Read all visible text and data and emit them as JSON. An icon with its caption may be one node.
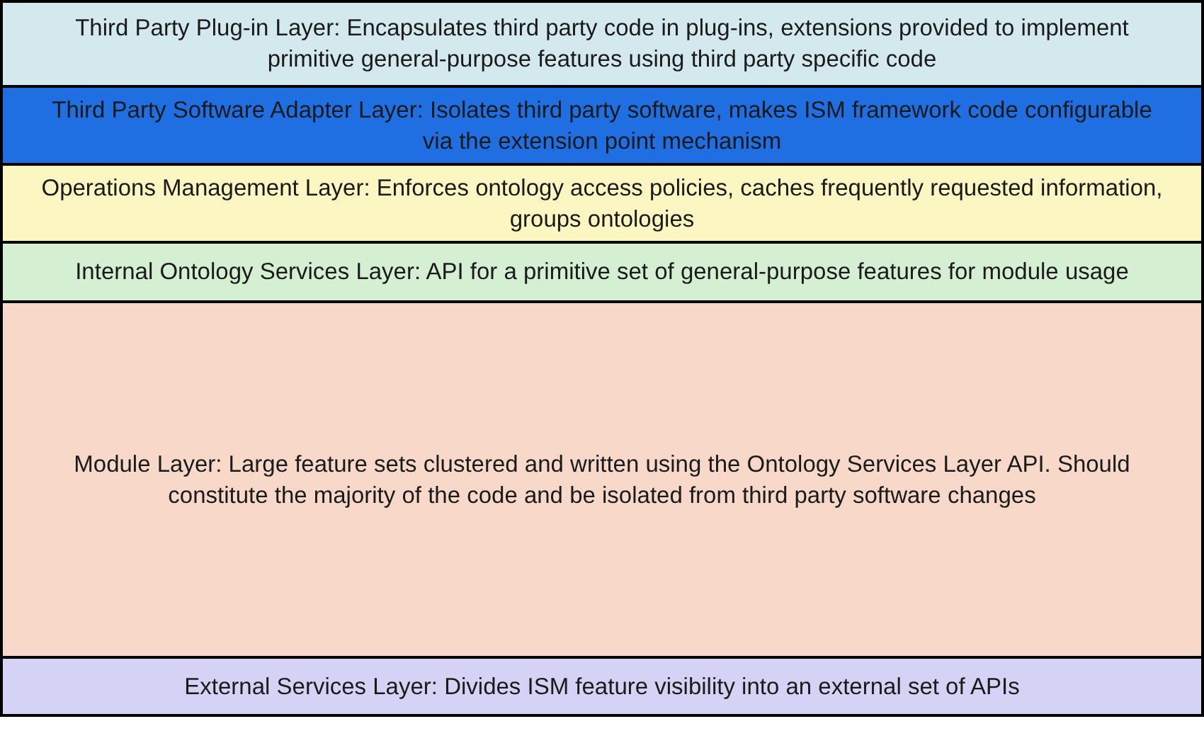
{
  "diagram": {
    "nodes": [
      {
        "text": [
          "Third Party Plug-in Layer: Encapsulates third party code in plug-ins, extensions provided to implement primitive general-purpose features using third party specific code"
        ]
      },
      {
        "text": [
          "Third Party Software Adapter Layer: Isolates third party software, makes ISM framework code configurable via the extension point mechanism"
        ]
      },
      {
        "text": [
          "Operations Management Layer: Enforces ontology access policies, caches frequently requested information, groups ontologies"
        ]
      },
      {
        "text": [
          "Internal Ontology Services Layer: API for a primitive set of general-purpose features for module usage"
        ]
      },
      {
        "text": [
          "Module Layer: Large feature sets clustered and written using the Ontology Services Layer API. Should constitute the majority of the code and be isolated from third party software changes"
        ]
      },
      {
        "text": [
          "External Services Layer: Divides ISM feature visibility into an external set of APIs"
        ]
      }
    ]
  }
}
